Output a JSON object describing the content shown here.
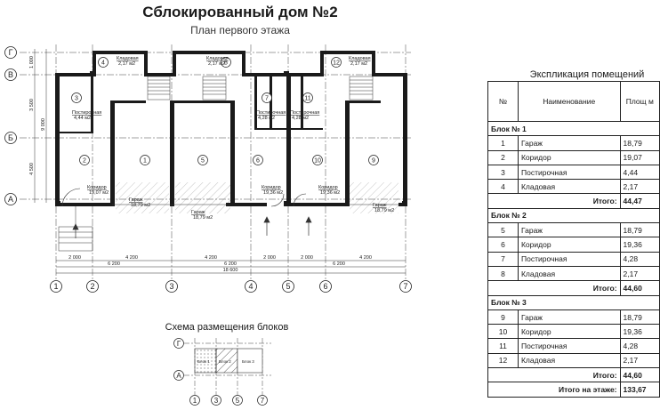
{
  "title": "Сблокированный дом №2",
  "subtitle": "План первого этажа",
  "plan": {
    "axes_h": [
      "Г",
      "В",
      "Б",
      "А"
    ],
    "axes_v": [
      "1",
      "2",
      "3",
      "4",
      "5",
      "6",
      "7"
    ],
    "dims_left": [
      "1 000",
      "3 500",
      "9 000",
      "4 500"
    ],
    "dims_bottom_1": [
      "2 000",
      "4 200",
      "4 200",
      "2 000",
      "2 000",
      "4 200"
    ],
    "dims_bottom_2": [
      "6 200",
      "6 200",
      "6 200"
    ],
    "dims_total": "18 600",
    "rooms": [
      {
        "num": "1",
        "label": "Гараж",
        "area": "18,79 м2"
      },
      {
        "num": "2",
        "label": "Коридор",
        "area": "19,07 м2"
      },
      {
        "num": "3",
        "label": "Постирочная",
        "area": "4,44 м2"
      },
      {
        "num": "4",
        "label": "Кладовая",
        "area": "2,17 м2"
      },
      {
        "num": "5",
        "label": "Гараж",
        "area": "18,79 м2"
      },
      {
        "num": "6",
        "label": "Коридор",
        "area": "19,36 м2"
      },
      {
        "num": "7",
        "label": "Постирочная",
        "area": "4,28 м2"
      },
      {
        "num": "8",
        "label": "Кладовая",
        "area": "2,17 м2"
      },
      {
        "num": "9",
        "label": "Гараж",
        "area": "18,79 м2"
      },
      {
        "num": "10",
        "label": "Коридор",
        "area": "19,36 м2"
      },
      {
        "num": "11",
        "label": "Постирочная",
        "area": "4,28 м2"
      },
      {
        "num": "12",
        "label": "Кладовая",
        "area": "2,17 м2"
      }
    ]
  },
  "explication": {
    "title": "Экспликация помещений",
    "headers": [
      "№",
      "Наименование",
      "Площ м"
    ],
    "blocks": [
      {
        "name": "Блок № 1",
        "rows": [
          [
            "1",
            "Гараж",
            "18,79"
          ],
          [
            "2",
            "Коридор",
            "19,07"
          ],
          [
            "3",
            "Постирочная",
            "4,44"
          ],
          [
            "4",
            "Кладовая",
            "2,17"
          ]
        ],
        "total_label": "Итого:",
        "total": "44,47"
      },
      {
        "name": "Блок № 2",
        "rows": [
          [
            "5",
            "Гараж",
            "18,79"
          ],
          [
            "6",
            "Коридор",
            "19,36"
          ],
          [
            "7",
            "Постирочная",
            "4,28"
          ],
          [
            "8",
            "Кладовая",
            "2,17"
          ]
        ],
        "total_label": "Итого:",
        "total": "44,60"
      },
      {
        "name": "Блок № 3",
        "rows": [
          [
            "9",
            "Гараж",
            "18,79"
          ],
          [
            "10",
            "Коридор",
            "19,36"
          ],
          [
            "11",
            "Постирочная",
            "4,28"
          ],
          [
            "12",
            "Кладовая",
            "2,17"
          ]
        ],
        "total_label": "Итого:",
        "total": "44,60"
      }
    ],
    "floor_total_label": "Итого на этаже:",
    "floor_total": "133,67"
  },
  "scheme": {
    "title": "Схема размещения блоков",
    "axes_h": [
      "Г",
      "А"
    ],
    "axes_v": [
      "1",
      "3",
      "5",
      "7"
    ],
    "blocks": [
      "Блок 1",
      "Блок 2",
      "Блок 3"
    ]
  }
}
